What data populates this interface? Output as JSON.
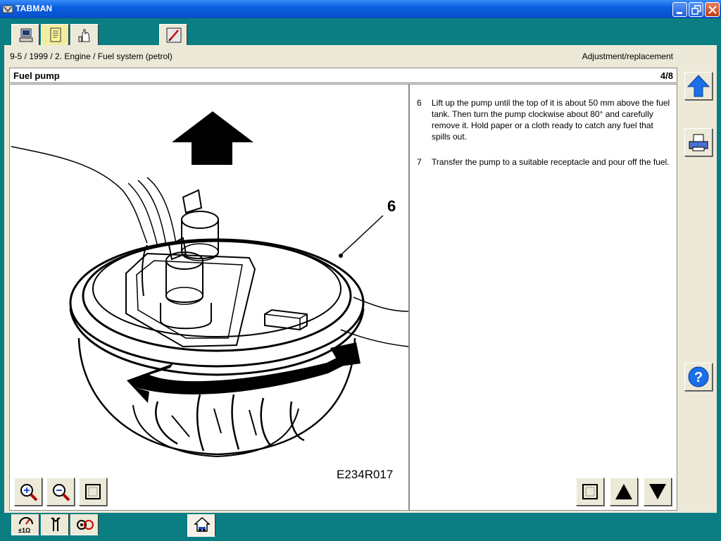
{
  "window": {
    "title": "TABMAN"
  },
  "header": {
    "breadcrumb": "9-5 / 1999 / 2. Engine / Fuel system (petrol)",
    "mode": "Adjustment/replacement",
    "doc_title": "Fuel pump",
    "page": "4/8"
  },
  "figure": {
    "code": "E234R017",
    "callout": "6"
  },
  "steps": [
    {
      "number": "6",
      "text": "Lift up the pump until the top of it is about 50 mm above the fuel tank. Then turn the pump clockwise about 80° and carefully remove it. Hold paper or a cloth ready to catch any fuel that spills out."
    },
    {
      "number": "7",
      "text": "Transfer the pump to a suitable receptacle and pour off the fuel."
    }
  ],
  "top_tabs": [
    "computer-icon",
    "document-icon",
    "hand-pointer-icon",
    "pen-icon"
  ],
  "bottom_tabs": [
    "multimeter-icon",
    "wrench-icon",
    "diagnostics-icon",
    "car-home-icon"
  ],
  "colors": {
    "desktop": "#0a7e82",
    "panel": "#ece9d8",
    "titlebar": "#0a5fe0",
    "accent_blue": "#1b6fe8"
  }
}
